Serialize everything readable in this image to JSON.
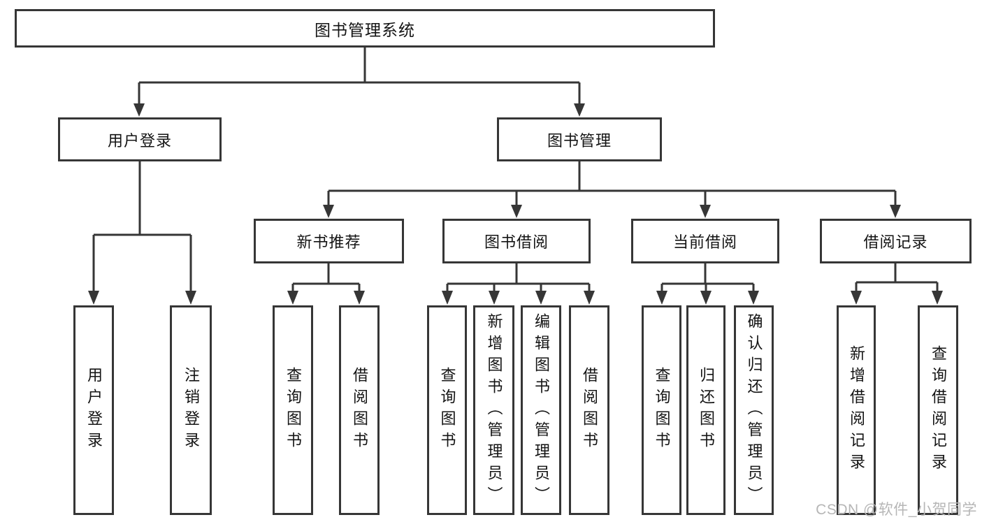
{
  "diagram": {
    "title": "图书管理系统",
    "children": [
      {
        "label": "用户登录",
        "children": [
          {
            "label": "用户登录"
          },
          {
            "label": "注销登录"
          }
        ]
      },
      {
        "label": "图书管理",
        "children": [
          {
            "label": "新书推荐",
            "children": [
              {
                "label": "查询图书"
              },
              {
                "label": "借阅图书"
              }
            ]
          },
          {
            "label": "图书借阅",
            "children": [
              {
                "label": "查询图书"
              },
              {
                "label": "新增图书（管理员）"
              },
              {
                "label": "编辑图书（管理员）"
              },
              {
                "label": "借阅图书"
              }
            ]
          },
          {
            "label": "当前借阅",
            "children": [
              {
                "label": "查询图书"
              },
              {
                "label": "归还图书"
              },
              {
                "label": "确认归还（管理员）"
              }
            ]
          },
          {
            "label": "借阅记录",
            "children": [
              {
                "label": "新增借阅记录"
              },
              {
                "label": "查询借阅记录"
              }
            ]
          }
        ]
      }
    ]
  },
  "watermark": {
    "text": "CSDN @软件_小贺同学"
  },
  "colors": {
    "line": "#363636",
    "text": "#141414",
    "box_background": "#ffffff",
    "watermark": "#b6b6b6",
    "background": "#ffffff"
  }
}
